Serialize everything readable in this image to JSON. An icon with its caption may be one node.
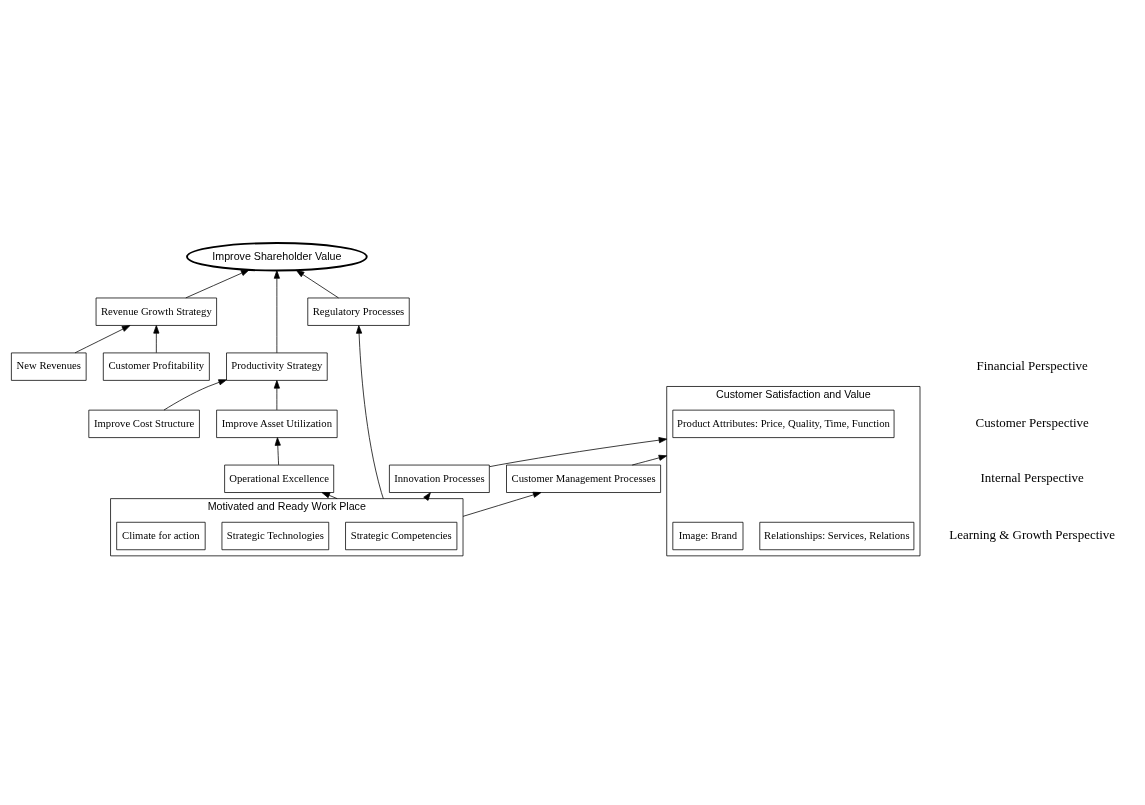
{
  "diagram": {
    "nodes": [
      {
        "text": [
          "Improve Shareholder Value"
        ]
      },
      {
        "text": [
          "Revenue Growth Strategy"
        ]
      },
      {
        "text": [
          "Productivity Strategy"
        ]
      },
      {
        "text": [
          "New Revenues"
        ]
      },
      {
        "text": [
          "Customer Profitability"
        ]
      },
      {
        "text": [
          "Improve Cost Structure"
        ]
      },
      {
        "text": [
          "Improve Asset Utilization"
        ]
      },
      {
        "text": [
          "Customer Satisfaction and Value"
        ]
      },
      {
        "text": [
          "Product Attributes: Price, Quality, Time, Function"
        ],
        "in": 7
      },
      {
        "text": [
          "Relationships: Services, Relations"
        ],
        "in": 7
      },
      {
        "text": [
          "Image: Brand"
        ],
        "in": 7
      },
      {
        "text": [
          "Innovation Processes"
        ]
      },
      {
        "text": [
          "Customer Management Processes"
        ]
      },
      {
        "text": [
          "Operational Excellence"
        ]
      },
      {
        "text": [
          "Regulatory Processes"
        ]
      },
      {
        "text": [
          "Motivated and Ready Work Place"
        ]
      },
      {
        "text": [
          "Strategic Competencies"
        ],
        "in": 15
      },
      {
        "text": [
          "Strategic Technologies"
        ],
        "in": 15
      },
      {
        "text": [
          "Climate for action"
        ],
        "in": 15
      }
    ],
    "edges": [
      {
        "from": 1,
        "to": 0,
        "arrow": "to"
      },
      {
        "from": 2,
        "to": 0,
        "arrow": "to"
      },
      {
        "from": 3,
        "to": 1,
        "arrow": "to"
      },
      {
        "from": 4,
        "to": 1,
        "arrow": "to"
      },
      {
        "from": 5,
        "to": 2,
        "arrow": "to"
      },
      {
        "from": 6,
        "to": 2,
        "arrow": "to"
      },
      {
        "from": 11,
        "to": 7,
        "arrow": "to"
      },
      {
        "from": 12,
        "to": 7,
        "arrow": "to"
      },
      {
        "from": 13,
        "to": 6,
        "arrow": "to"
      },
      {
        "from": 14,
        "to": 0,
        "arrow": "to"
      },
      {
        "from": 15,
        "to": 11,
        "arrow": "to"
      },
      {
        "from": 15,
        "to": 12,
        "arrow": "to"
      },
      {
        "from": 15,
        "to": 13,
        "arrow": "to"
      },
      {
        "from": 15,
        "to": 14,
        "arrow": "to"
      }
    ],
    "labels": [
      "Financial Perspective",
      "Customer Perspective",
      "Internal Perspective",
      "Learning & Growth Perspective"
    ]
  }
}
